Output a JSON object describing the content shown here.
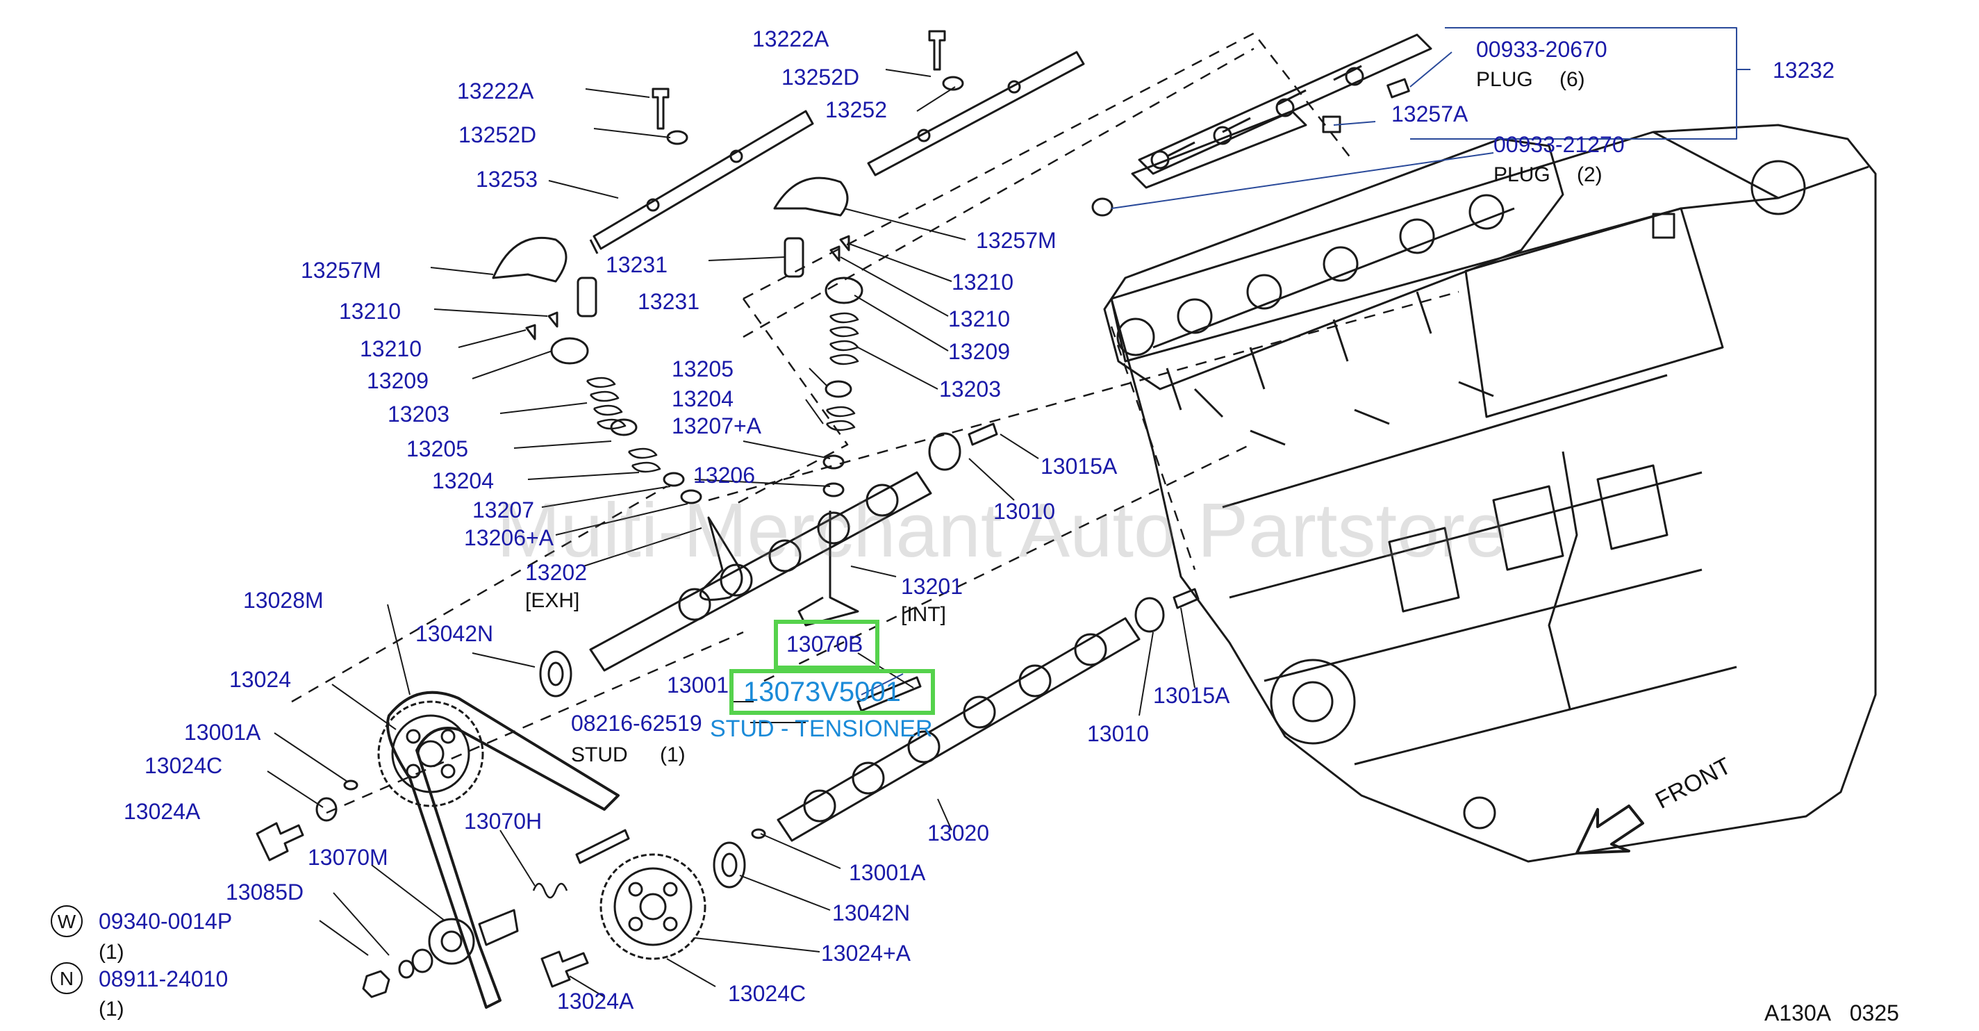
{
  "title_code": "A130A",
  "page_no": "0325",
  "watermark": "Multi-Merchant Auto Partstore",
  "front_label": "FRONT",
  "highlight": {
    "part": "13073V5001",
    "desc": "STUD - TENSIONER"
  },
  "plugs": [
    {
      "part": "00933-20670",
      "name": "PLUG",
      "qty": "(6)"
    },
    {
      "part": "00933-21270",
      "name": "PLUG",
      "qty": "(2)"
    }
  ],
  "stud": {
    "part": "08216-62519",
    "name": "STUD",
    "qty": "(1)"
  },
  "washer": {
    "symbol": "W",
    "part": "09340-0014P",
    "qty": "(1)"
  },
  "nut": {
    "symbol": "N",
    "part": "08911-24010",
    "qty": "(1)"
  },
  "exh_label": "[EXH]",
  "int_label": "[INT]",
  "parts": [
    "13222A",
    "13252D",
    "13253",
    "13257M",
    "13231",
    "13210",
    "13210",
    "13209",
    "13203",
    "13205",
    "13204",
    "13207",
    "13206+A",
    "13202",
    "13222A",
    "13252D",
    "13252",
    "13257M",
    "13231",
    "13210",
    "13210",
    "13209",
    "13203",
    "13205",
    "13204",
    "13207+A",
    "13206",
    "13201",
    "13232",
    "13257A",
    "13015A",
    "13010",
    "13015A",
    "13010",
    "13028M",
    "13042N",
    "13024",
    "13001A",
    "13024C",
    "13024A",
    "13070H",
    "13070M",
    "13085D",
    "13001",
    "13070B",
    "13020",
    "13001A",
    "13042N",
    "13024+A",
    "13024C",
    "13024A"
  ]
}
